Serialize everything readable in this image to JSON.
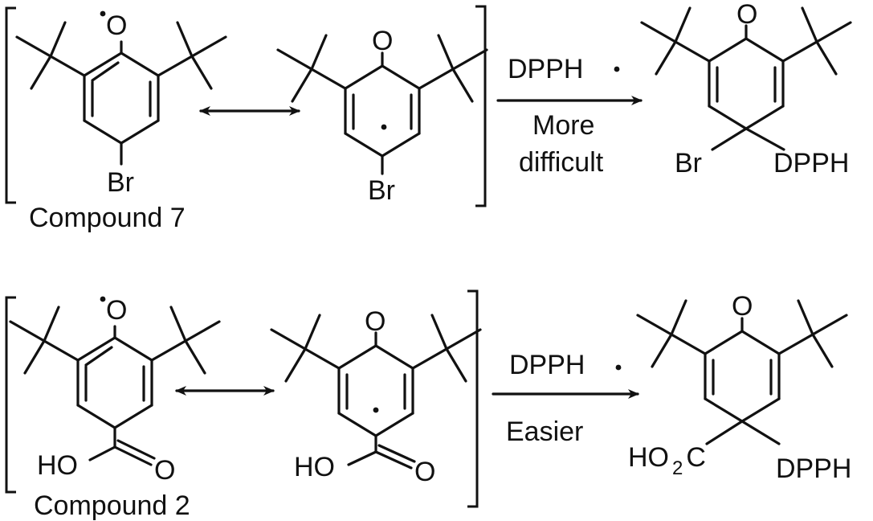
{
  "labels": {
    "radical_oxygen": "O",
    "carbonyl_oxygen": "O",
    "bromine": "Br",
    "carboxyl_hydroxyl": "HO",
    "carboxyl_oxygen": "O",
    "dpph_group": "DPPH",
    "ester_prefix": "HO",
    "ester_subscript": "2",
    "ester_suffix": "C"
  },
  "reaction_top": {
    "compound_label": "Compound 7",
    "reagent": "DPPH",
    "condition_line1": "More",
    "condition_line2": "difficult"
  },
  "reaction_bottom": {
    "compound_label": "Compound 2",
    "reagent": "DPPH",
    "condition_line1": "Easier"
  }
}
